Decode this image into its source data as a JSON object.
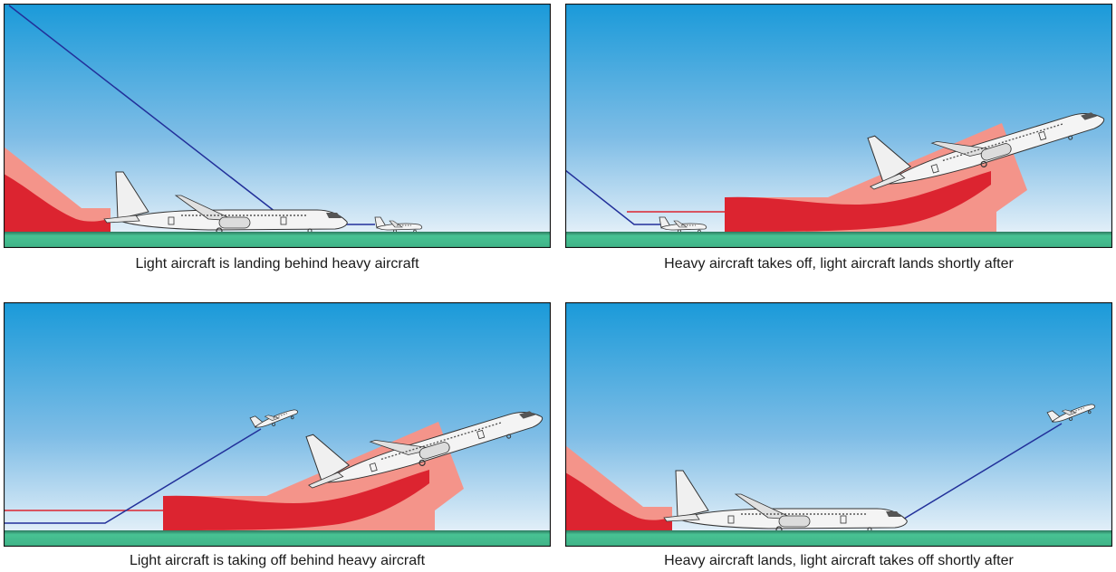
{
  "panels": [
    {
      "caption": "Light aircraft is landing behind heavy aircraft"
    },
    {
      "caption": "Heavy aircraft takes off, light aircraft lands shortly after"
    },
    {
      "caption": "Light aircraft is taking off behind heavy aircraft"
    },
    {
      "caption": "Heavy aircraft lands, light aircraft takes off shortly after"
    }
  ],
  "colors": {
    "sky_top": "#1a9ad9",
    "sky_bottom": "#f2f7fb",
    "ground": "#3fbf8f",
    "runway": "#2e6d57",
    "wake_outer": "#f4948a",
    "wake_inner": "#dc2430",
    "path_heavy": "#dc2430",
    "path_light": "#22309a"
  }
}
